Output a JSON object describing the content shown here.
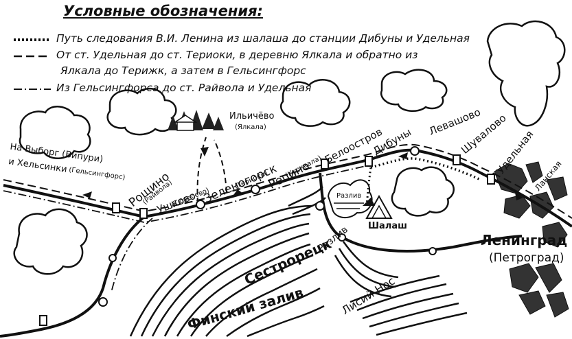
{
  "legend": {
    "title": "Условные обозначения:",
    "item1": "Путь следования В.И. Ленина из шалаша до станции Дибуны и Удельная",
    "item2a": "От ст. Удельная до ст. Териоки, в деревню Ялкала и обратно из",
    "item2b": "Ялкала до Терижк, а затем в Гельсингфорс",
    "item3": "Из Гельсингфорса до ст. Райвола и Удельная"
  },
  "places": {
    "vyborg": "На Выборг (Випури)",
    "helsinki": "и Хельсинки",
    "helsingfors": "(Гельсингфорс)",
    "roshchino": "Рощино",
    "raivola": "(Райвола)",
    "ushkovo": "Ушково",
    "tyursevo": "(Тюресево)",
    "zelenogorsk": "Зеленогорск",
    "terijoki": "(Териоки)",
    "repino": "Репино",
    "kuokkala": "(Куоккала)",
    "ilichevo": "Ильичёво",
    "yalkala": "(Ялкала)",
    "beloostrov": "Белоостров",
    "dibuny": "Дибуны",
    "levashovo": "Левашово",
    "shuvalovo": "Шувалово",
    "udelnaya": "Удельная",
    "lanskaya": "Ланская",
    "sestroretsk": "Сестрорецк",
    "razliv": "Разлив",
    "shalash": "Шалаш",
    "leningrad": "Ленинград",
    "petrograd": "(Петроград)",
    "lisiy_nos": "Лисий Нос",
    "gulf": "Финский залив",
    "lake_label": "Разлив"
  }
}
